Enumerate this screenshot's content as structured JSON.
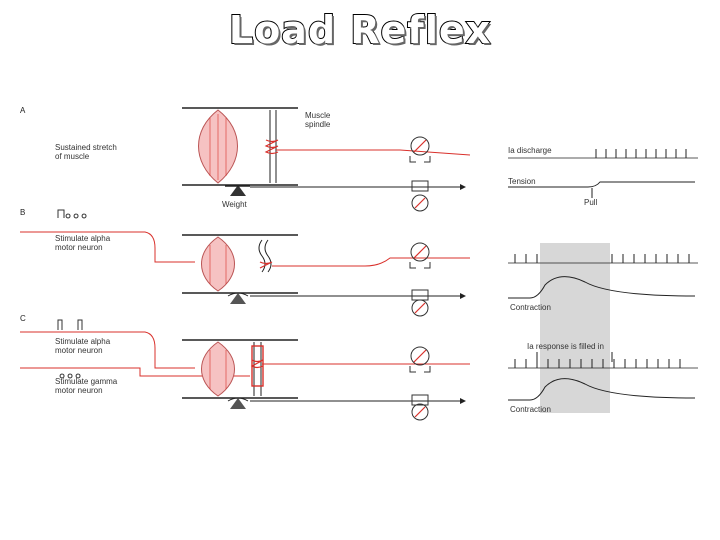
{
  "title": "Load Reflex",
  "panels": {
    "a": {
      "letter": "A",
      "stimulus": [
        "Sustained stretch",
        "of muscle"
      ],
      "spindle": [
        "Muscle",
        "spindle"
      ],
      "weight": "Weight",
      "trace_top": "Ia discharge",
      "trace_bottom": "Tension",
      "event": "Pull"
    },
    "b": {
      "letter": "B",
      "stimulus": [
        "Stimulate alpha",
        "motor neuron"
      ],
      "trace_bottom": "Contraction"
    },
    "c": {
      "letter": "C",
      "stimulus1": [
        "Stimulate alpha",
        "motor neuron"
      ],
      "stimulus2": [
        "Stimulate gamma",
        "motor neuron"
      ],
      "trace_top": "Ia response is filled in",
      "trace_bottom": "Contraction"
    }
  },
  "colors": {
    "nerve": "#d9302b",
    "muscle_fill": "#f6c2c2",
    "shade": "#d7d7d7",
    "ink": "#222222"
  }
}
